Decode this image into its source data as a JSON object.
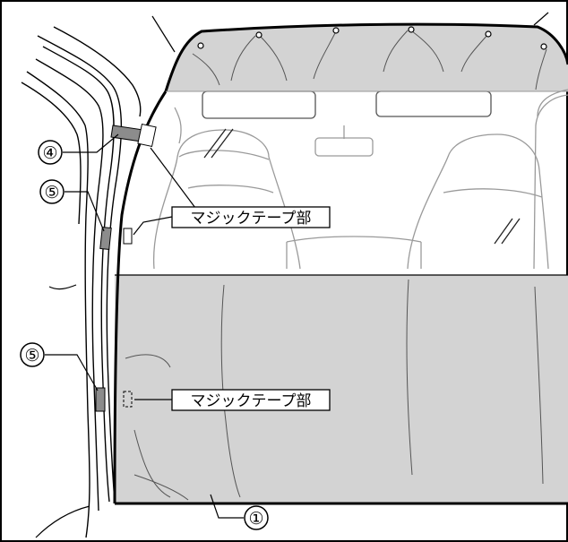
{
  "callouts": {
    "part1": "①",
    "part4": "④",
    "part5_upper": "⑤",
    "part5_lower": "⑤",
    "velcro_upper": "マジックテープ部",
    "velcro_lower": "マジックテープ部"
  },
  "colors": {
    "curtain_fill": "#d3d3d3",
    "line": "#000000",
    "interior_line": "#9a9a9a",
    "tape_fill": "#8c8c8c"
  }
}
